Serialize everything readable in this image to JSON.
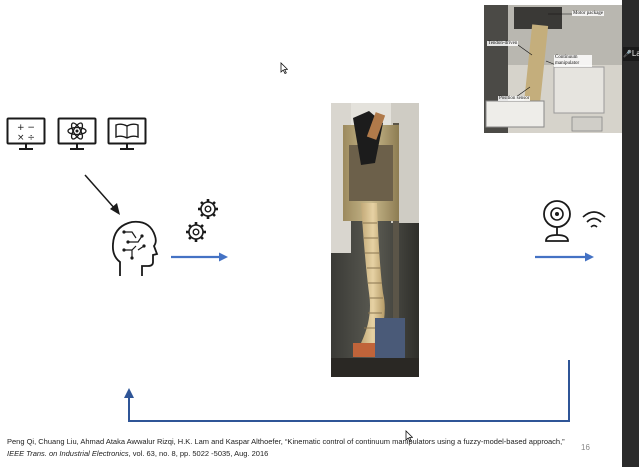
{
  "sidebar": {
    "participant_label": "La"
  },
  "photo_labels": {
    "motor_package": "Motor package",
    "tendon_driven": "Tendon-driven",
    "continuum_manipulator": "Continuum manipulator",
    "position_sensor": "Position sensor"
  },
  "citation": {
    "line1": "Peng Qi, Chuang Liu, Ahmad Ataka Awwalur Rizqi, H.K. Lam and Kaspar Althoefer, “Kinematic control of continuum manipulators using a fuzzy-model-based approach,”",
    "journal": "IEEE Trans. on Industrial Electronics",
    "line2_rest": ", vol. 63, no. 8, pp. 5022 -5035, Aug. 2016"
  },
  "page_number": "16",
  "colors": {
    "arrow": "#4472c4",
    "icon_stroke": "#1a1a1a",
    "loop": "#2f5597"
  },
  "icons": [
    "math-monitor-icon",
    "atom-monitor-icon",
    "book-monitor-icon",
    "brain-circuit-icon",
    "gears-icon",
    "webcam-icon",
    "wifi-icon"
  ]
}
